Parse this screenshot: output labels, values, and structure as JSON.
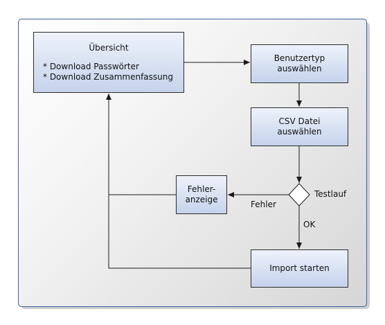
{
  "nodes": {
    "overview": {
      "title": "Übersicht",
      "bullet_1": "* Download Passwörter",
      "bullet_2": "* Download Zusammenfassung"
    },
    "usertype": {
      "line_1": "Benutzertyp",
      "line_2": "auswählen"
    },
    "csv": {
      "line_1": "CSV Datei",
      "line_2": "auswählen"
    },
    "error": {
      "line_1": "Fehler-",
      "line_2": "anzeige"
    },
    "import": {
      "line_1": "Import starten"
    }
  },
  "decision": {
    "label": "Testlauf"
  },
  "edges": {
    "error_label": "Fehler",
    "ok_label": "OK"
  },
  "colors": {
    "frame_border": "#3d5f9c",
    "node_top": "#eef2fa",
    "node_bottom": "#c5d3ec",
    "stroke": "#1a1a1a"
  }
}
